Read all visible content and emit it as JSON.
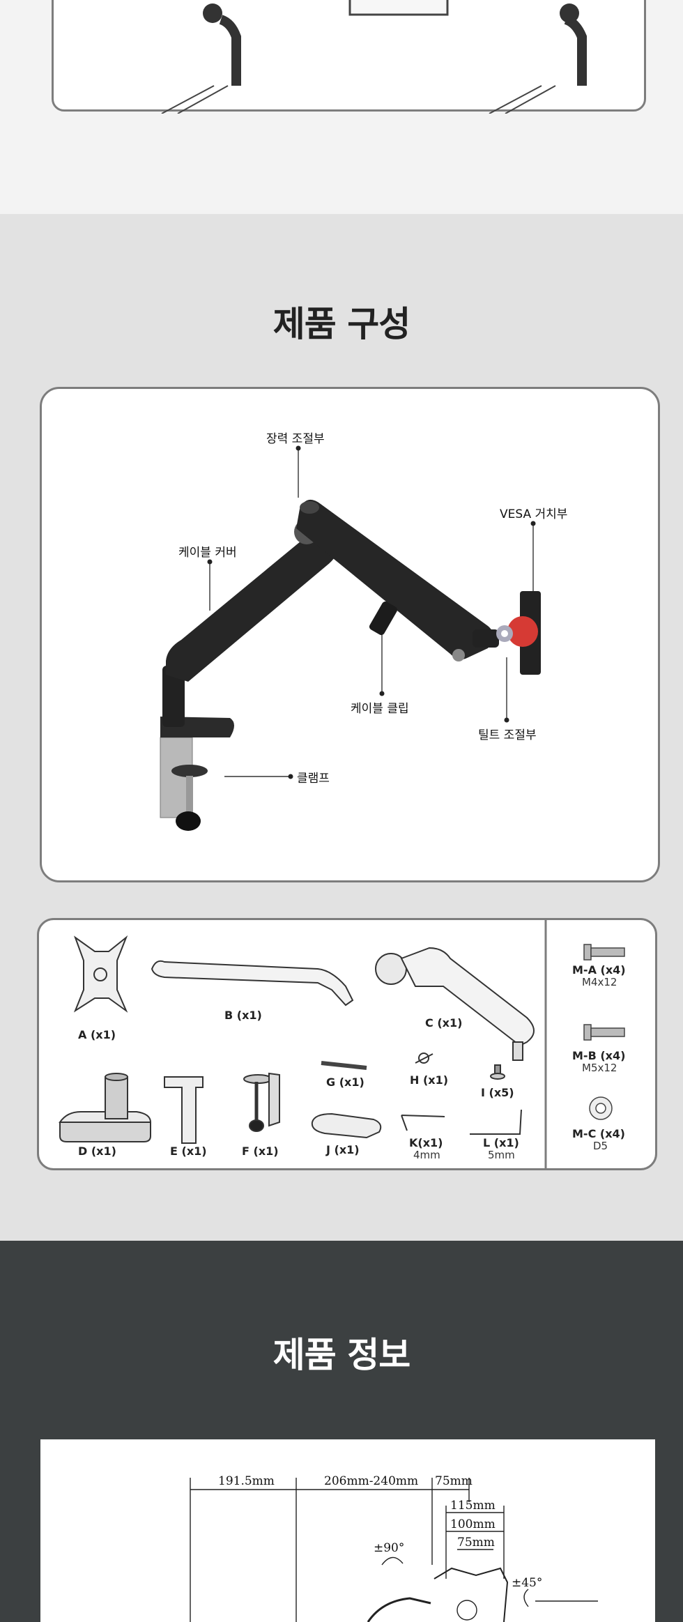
{
  "composition": {
    "title": "제품 구성",
    "callouts": {
      "tension": "장력 조절부",
      "vesa": "VESA 거치부",
      "cable_cover": "케이블 커버",
      "cable_clip": "케이블 클립",
      "tilt": "틸트 조절부",
      "clamp": "클램프"
    }
  },
  "parts": [
    {
      "id": "A",
      "label": "A (x1)"
    },
    {
      "id": "B",
      "label": "B (x1)"
    },
    {
      "id": "C",
      "label": "C (x1)"
    },
    {
      "id": "G",
      "label": "G (x1)"
    },
    {
      "id": "H",
      "label": "H (x1)"
    },
    {
      "id": "I",
      "label": "I (x5)"
    },
    {
      "id": "D",
      "label": "D (x1)"
    },
    {
      "id": "E",
      "label": "E (x1)"
    },
    {
      "id": "F",
      "label": "F (x1)"
    },
    {
      "id": "J",
      "label": "J (x1)"
    },
    {
      "id": "K",
      "label": "K(x1)",
      "sub": "4mm"
    },
    {
      "id": "L",
      "label": "L (x1)",
      "sub": "5mm"
    }
  ],
  "screws": [
    {
      "id": "M-A",
      "label": "M-A (x4)",
      "sub": "M4x12"
    },
    {
      "id": "M-B",
      "label": "M-B (x4)",
      "sub": "M5x12"
    },
    {
      "id": "M-C",
      "label": "M-C (x4)",
      "sub": "D5"
    }
  ],
  "info": {
    "title": "제품 정보",
    "dims": {
      "d1": "191.5mm",
      "d2": "206mm-240mm",
      "d3": "75mm",
      "d4": "115mm",
      "d5": "100mm",
      "d6": "75mm",
      "rot1": "±90°",
      "rot2": "±45°"
    }
  }
}
